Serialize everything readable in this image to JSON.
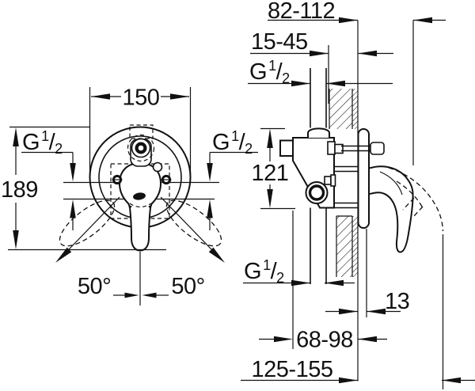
{
  "drawing": {
    "background": "#ffffff",
    "line_color": "#111111"
  },
  "front_view": {
    "dim_diameter": "150",
    "dim_height": "189",
    "angle_left": "50°",
    "angle_right": "50°"
  },
  "side_view": {
    "dim_depth_range": "82-112",
    "dim_wall_range": "15-45",
    "dim_port_spacing": "121",
    "dim_plate_thickness": "13",
    "dim_body_depth_range": "68-98",
    "dim_projection_range": "125-155"
  },
  "thread": {
    "g": "G",
    "sup": "1",
    "slash": "/",
    "sub": "2"
  }
}
